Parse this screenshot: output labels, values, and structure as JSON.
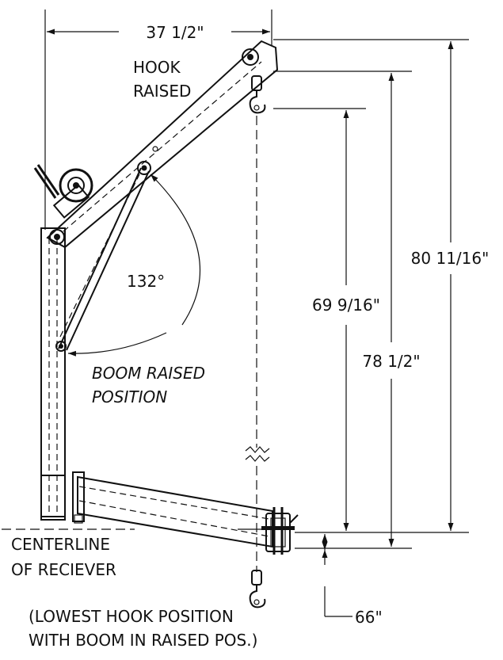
{
  "dimensions": {
    "top_width": "37 1/2\"",
    "overall_height": "80 11/16\"",
    "hook_height": "78 1/2\"",
    "hook_travel": "69 9/16\"",
    "lowest_hook": "66\"",
    "boom_angle": "132°"
  },
  "labels": {
    "hook_raised_line1": "HOOK",
    "hook_raised_line2": "RAISED",
    "boom_raised_line1": "BOOM RAISED",
    "boom_raised_line2": "POSITION",
    "centerline_line1": "CENTERLINE",
    "centerline_line2": "OF RECIEVER",
    "lowest_hook_line1": "(LOWEST HOOK POSITION",
    "lowest_hook_line2": "WITH BOOM IN RAISED POS.)"
  }
}
